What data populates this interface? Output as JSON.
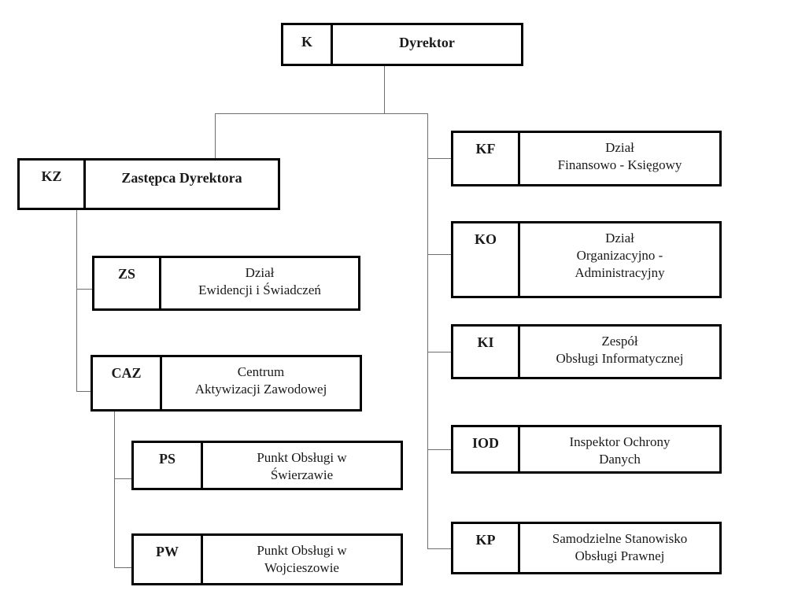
{
  "diagram_type": "organizational-chart",
  "colors": {
    "background": "#ffffff",
    "box_border": "#000000",
    "connector": "#6e6e6e",
    "text": "#1a1a1a"
  },
  "nodes": [
    {
      "code": "K",
      "label": "Dyrektor",
      "parent": null
    },
    {
      "code": "KZ",
      "label": "Zastępca Dyrektora",
      "parent": "K"
    },
    {
      "code": "ZS",
      "label": "Dział\nEwidencji i Świadczeń",
      "parent": "KZ"
    },
    {
      "code": "CAZ",
      "label": "Centrum\nAktywizacji Zawodowej",
      "parent": "KZ"
    },
    {
      "code": "PS",
      "label": "Punkt Obsługi w\nŚwierzawie",
      "parent": "CAZ"
    },
    {
      "code": "PW",
      "label": "Punkt Obsługi w\nWojcieszowie",
      "parent": "CAZ"
    },
    {
      "code": "KF",
      "label": "Dział\nFinansowo - Księgowy",
      "parent": "K"
    },
    {
      "code": "KO",
      "label": "Dział\nOrganizacyjno -\nAdministracyjny",
      "parent": "K"
    },
    {
      "code": "KI",
      "label": "Zespół\nObsługi Informatycznej",
      "parent": "K"
    },
    {
      "code": "IOD",
      "label": "Inspektor Ochrony\nDanych",
      "parent": "K"
    },
    {
      "code": "KP",
      "label": "Samodzielne Stanowisko\nObsługi Prawnej",
      "parent": "K"
    }
  ]
}
